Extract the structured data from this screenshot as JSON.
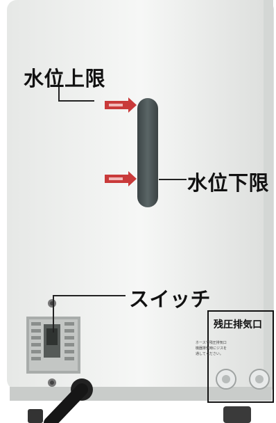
{
  "labels": {
    "water_level_upper": "水位上限",
    "water_level_lower": "水位下限",
    "switch": "スイッチ",
    "residual_pressure_exhaust": "残圧排気口"
  },
  "sticker_text": [
    "ホースで残圧排気口",
    "機器排気時にジスを",
    "通してください。"
  ],
  "colors": {
    "panel": "#f1f2f0",
    "gauge_window": "#4b5556",
    "arrow_marker": "#c93a3a",
    "callout_line": "#222222"
  }
}
